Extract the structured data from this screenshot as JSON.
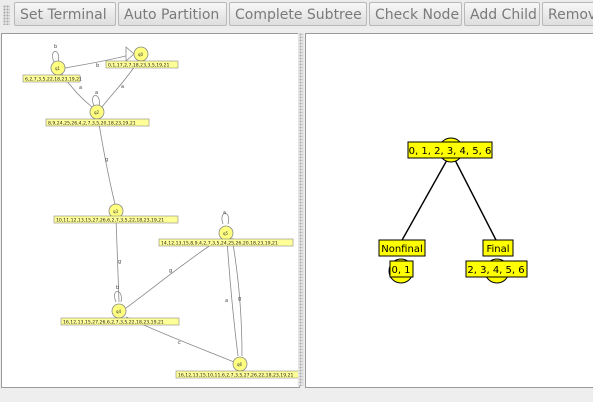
{
  "toolbar": {
    "buttons": [
      "Set Terminal",
      "Auto Partition",
      "Complete Subtree",
      "Check Node",
      "Add Child",
      "Remove"
    ]
  },
  "automaton": {
    "states": [
      {
        "id": "q0",
        "set": "0,1,17,2,7,18,23,3,5,19,21"
      },
      {
        "id": "q1",
        "set": "6,2,7,3,5,22,18,23,19,21"
      },
      {
        "id": "q2",
        "set": "8,9,24,25,26,4,2,7,3,5,20,18,23,19,21"
      },
      {
        "id": "q3",
        "set": "10,11,12,13,15,27,26,6,2,7,3,5,22,18,23,19,21"
      },
      {
        "id": "q4",
        "set": "16,12,13,15,27,26,6,2,7,3,5,22,18,23,19,21"
      },
      {
        "id": "q5",
        "set": "14,12,13,15,8,9,4,2,7,3,5,24,25,26,20,18,23,19,21"
      },
      {
        "id": "q6",
        "set": "16,12,13,15,10,11,6,2,7,3,5,27,26,22,18,23,19,21"
      }
    ],
    "edge_labels": {
      "q1_loop": "b",
      "q0_q1": "b",
      "q1_q2": "a",
      "q2_loop": "a",
      "q0_q2": "a",
      "q2_q3": "g",
      "q3_q4": "g",
      "q4_loop": "b",
      "q5_q4": "g",
      "q5_loop": "a",
      "q5_q6_a": "a",
      "q5_q6_b": "g",
      "q4_q6": "c"
    }
  },
  "tree": {
    "root": "0, 1, 2, 3, 4, 5, 6",
    "left_label": "Nonfinal",
    "left_states": "0, 1",
    "right_label": "Final",
    "right_states": "2, 3, 4, 5, 6"
  },
  "colors": {
    "state_fill": "#ffff80",
    "label_fill": "#ffff99",
    "tree_fill": "#ffff00"
  }
}
